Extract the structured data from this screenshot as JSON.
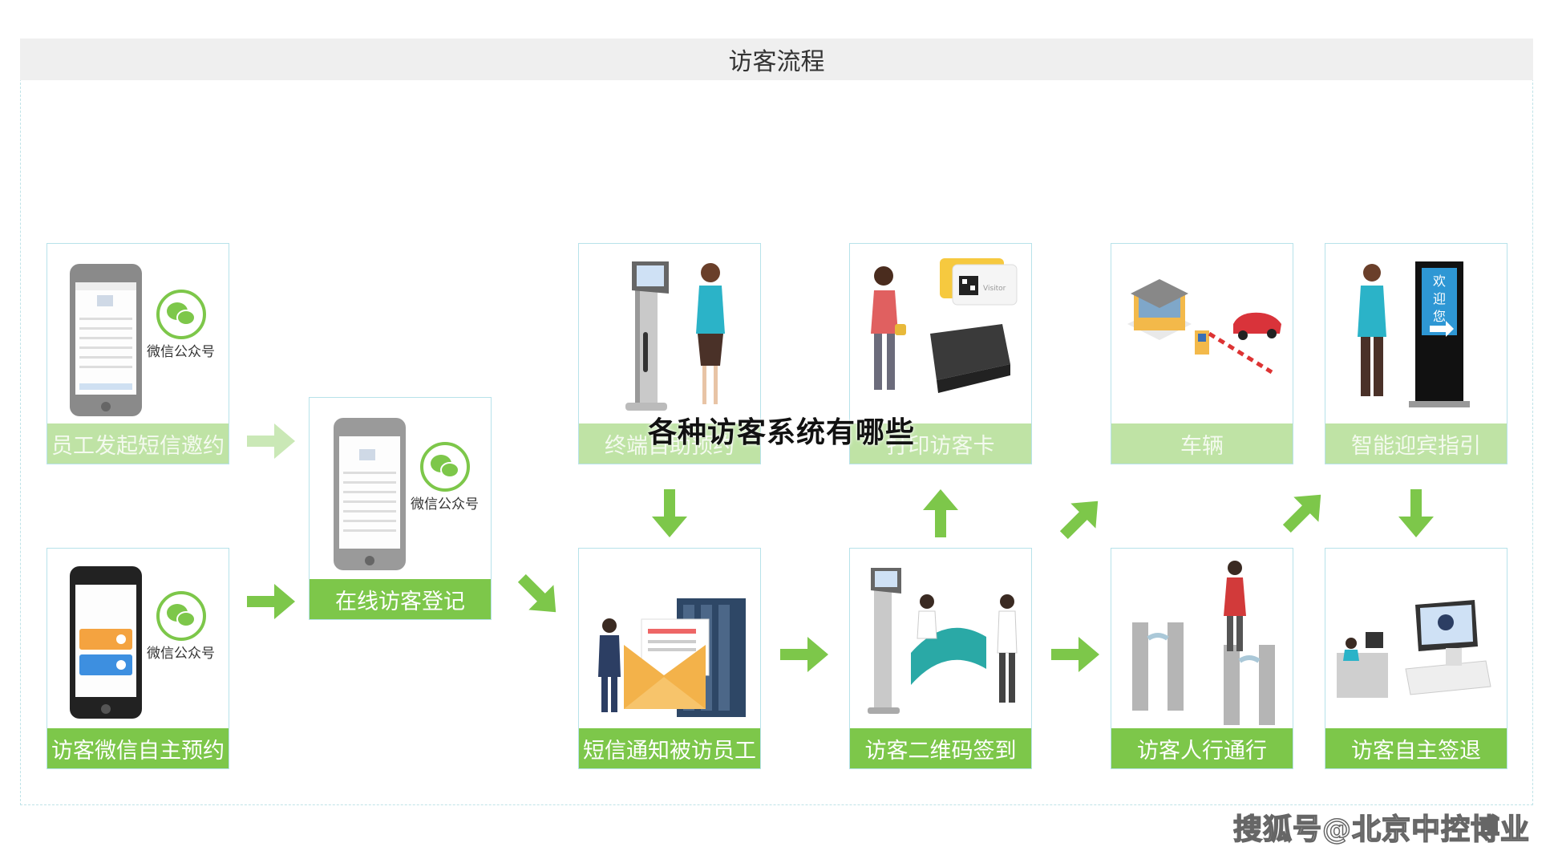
{
  "header": {
    "title": "访客流程"
  },
  "overlay_title": "各种访客系统有哪些",
  "watermark": "搜狐号@北京中控博业",
  "wechat_label": "微信公众号",
  "card_visitor": "Visitor",
  "signage_text": [
    "欢",
    "迎",
    "您"
  ],
  "cards": [
    {
      "label": "员工发起短信邀约"
    },
    {
      "label": "访客微信自主预约"
    },
    {
      "label": "在线访客登记"
    },
    {
      "label": "终端自助预约"
    },
    {
      "label": "短信通知被访员工"
    },
    {
      "label": "打印访客卡"
    },
    {
      "label": "访客二维码签到"
    },
    {
      "label": "车辆"
    },
    {
      "label": "访客人行通行"
    },
    {
      "label": "智能迎宾指引"
    },
    {
      "label": "访客自主签退"
    }
  ],
  "colors": {
    "accent_green": "#7dc74a",
    "card_border": "#b7e2ea",
    "title_bg": "#efefef"
  }
}
